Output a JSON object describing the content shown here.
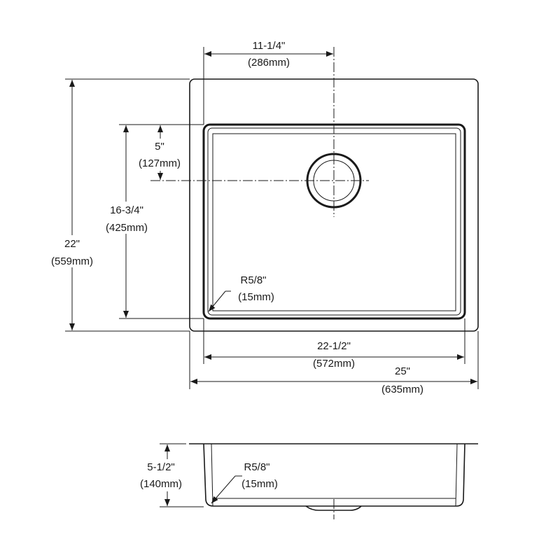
{
  "top_view": {
    "drain_offset": {
      "imperial": "11-1/4\"",
      "metric": "(286mm)"
    },
    "drain_from_back": {
      "imperial": "5\"",
      "metric": "(127mm)"
    },
    "bowl_depth_front_back": {
      "imperial": "16-3/4\"",
      "metric": "(425mm)"
    },
    "overall_front_back": {
      "imperial": "22\"",
      "metric": "(559mm)"
    },
    "corner_radius": {
      "imperial": "R5/8\"",
      "metric": "(15mm)"
    },
    "bowl_width": {
      "imperial": "22-1/2\"",
      "metric": "(572mm)"
    },
    "overall_width": {
      "imperial": "25\"",
      "metric": "(635mm)"
    }
  },
  "side_view": {
    "bowl_depth": {
      "imperial": "5-1/2\"",
      "metric": "(140mm)"
    },
    "corner_radius": {
      "imperial": "R5/8\"",
      "metric": "(15mm)"
    }
  }
}
